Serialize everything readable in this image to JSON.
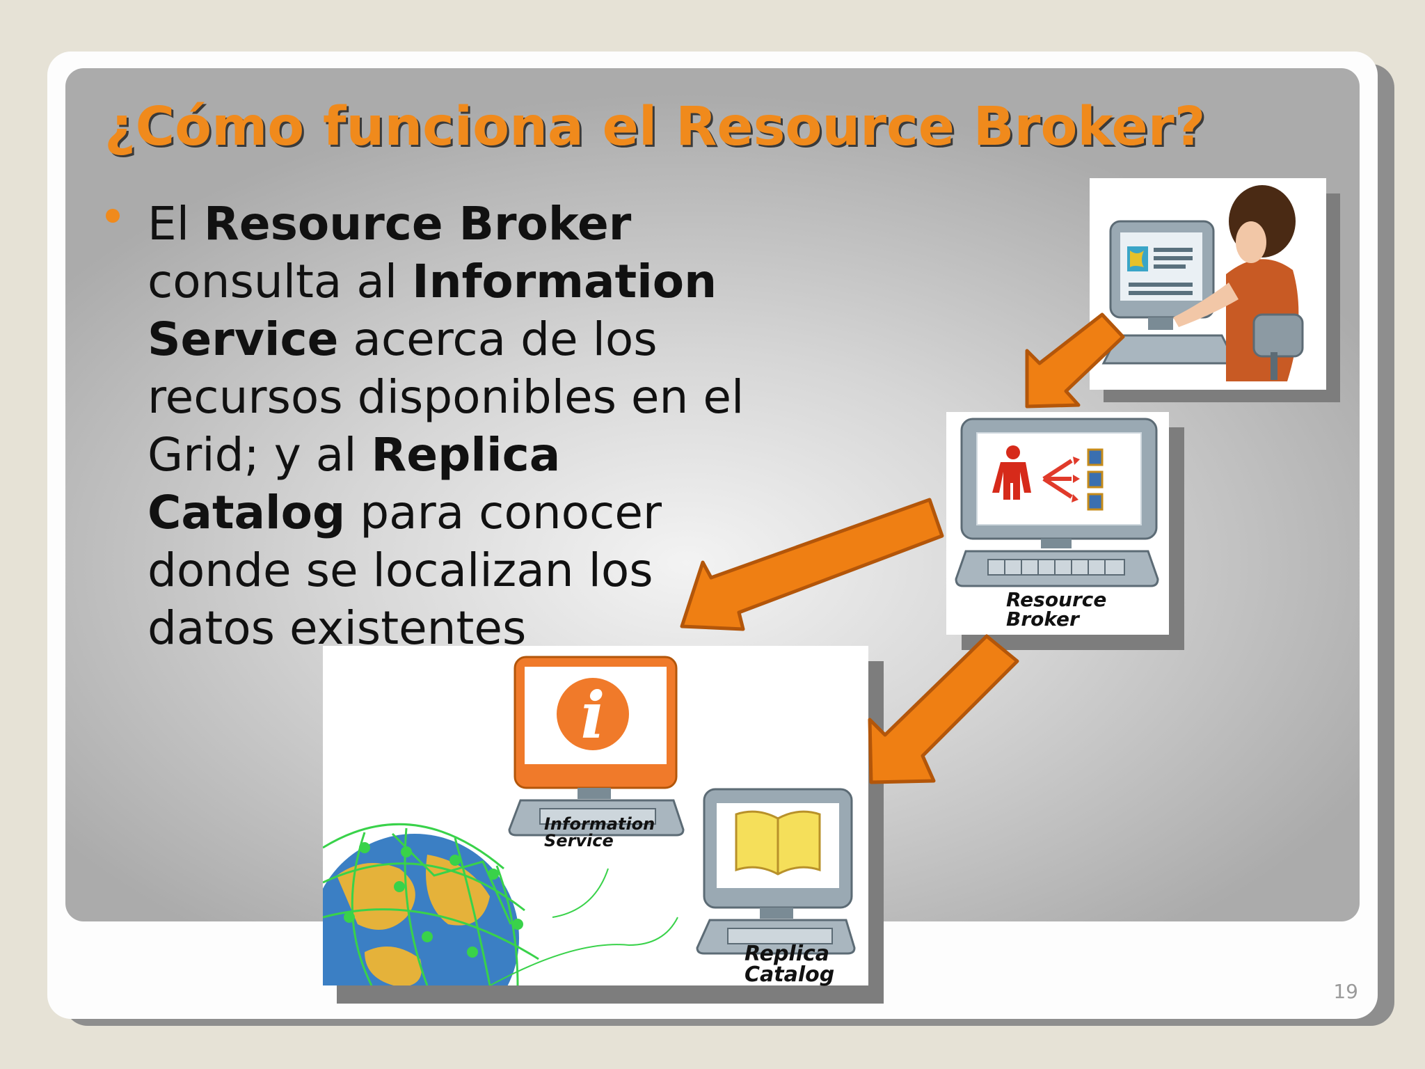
{
  "slide": {
    "title": "¿Cómo funciona el Resource Broker?",
    "bullet": [
      {
        "text": "El ",
        "bold": false
      },
      {
        "text": "Resource Broker",
        "bold": true
      },
      {
        "text": " consulta al ",
        "bold": false
      },
      {
        "text": "Information Service",
        "bold": true
      },
      {
        "text": " acerca de los recursos disponibles en el Grid; y al ",
        "bold": false
      },
      {
        "text": "Replica Catalog",
        "bold": true
      },
      {
        "text": " para conocer donde se localizan los datos existentes",
        "bold": false
      }
    ],
    "slide_number": "19"
  },
  "diagram": {
    "resource_broker_label": "Resource Broker",
    "information_service_label": "Information Service",
    "replica_catalog_label": "Replica Catalog"
  },
  "colors": {
    "accent": "#f08a1c",
    "title_shadow": "#3a3a3a",
    "arrow": "#ef7f13",
    "arrow_outline": "#b3560a"
  },
  "icons": {
    "bullet": "orange-dot",
    "user": "user-at-computer-icon",
    "broker": "resource-broker-computer-icon",
    "info": "information-service-computer-icon",
    "catalog": "replica-catalog-computer-icon",
    "globe": "grid-globe-icon"
  }
}
